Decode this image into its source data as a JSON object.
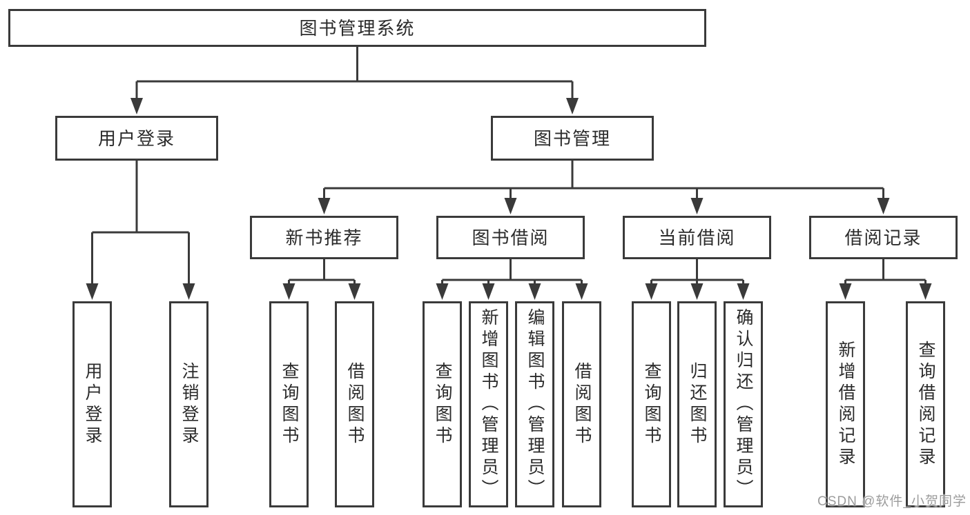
{
  "tree": {
    "root": "图书管理系统",
    "user": {
      "label": "用户登录",
      "children": [
        "用户登录",
        "注销登录"
      ]
    },
    "mgmt": {
      "label": "图书管理",
      "recommend": {
        "label": "新书推荐",
        "children": [
          "查询图书",
          "借阅图书"
        ]
      },
      "borrow": {
        "label": "图书借阅",
        "children": [
          "查询图书",
          "新增图书（管理员）",
          "编辑图书（管理员）",
          "借阅图书"
        ]
      },
      "current": {
        "label": "当前借阅",
        "children": [
          "查询图书",
          "归还图书",
          "确认归还（管理员）"
        ]
      },
      "records": {
        "label": "借阅记录",
        "children": [
          "新增借阅记录",
          "查询借阅记录"
        ]
      }
    }
  },
  "watermark": "CSDN @软件_小贺同学",
  "colors": {
    "line": "#3a3a3a",
    "text": "#2b2b2b",
    "watermark": "#9c9c9c",
    "background": "#ffffff"
  }
}
